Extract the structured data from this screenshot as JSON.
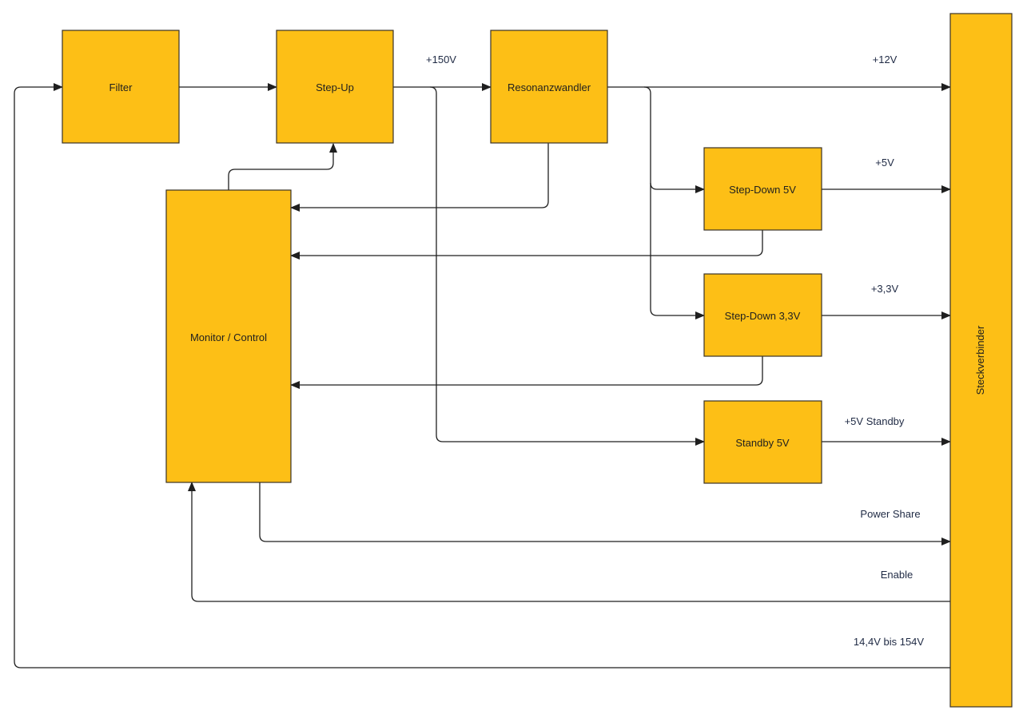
{
  "blocks": {
    "filter": "Filter",
    "step_up": "Step-Up",
    "resonanz": "Resonanzwandler",
    "monitor": "Monitor / Control",
    "step_down_5v": "Step-Down 5V",
    "step_down_33v": "Step-Down 3,3V",
    "standby_5v": "Standby 5V",
    "connector": "Steckverbinder"
  },
  "edge_labels": {
    "v150": "+150V",
    "v12": "+12V",
    "v5": "+5V",
    "v33": "+3,3V",
    "v5_standby": "+5V Standby",
    "power_share": "Power Share",
    "enable": "Enable",
    "input_range": "14,4V bis 154V"
  },
  "colors": {
    "block_fill": "#FDBF16",
    "line": "#1f1f1f"
  }
}
